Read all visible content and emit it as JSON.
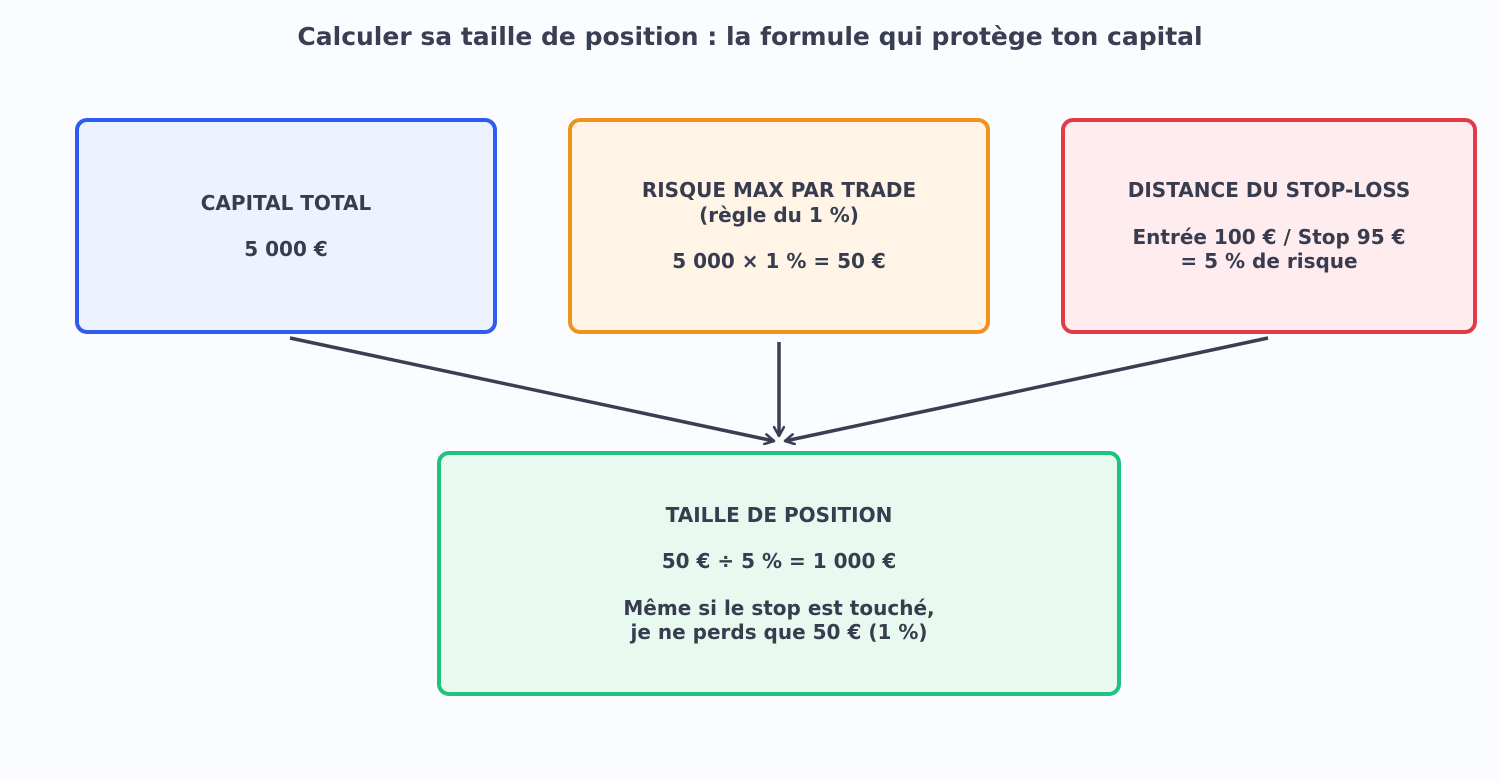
{
  "title": "Calculer sa taille de position : la formule qui protège ton capital",
  "boxes": {
    "capital": {
      "heading": "CAPITAL TOTAL",
      "value": "5 000 €",
      "color": "#2f5cf0"
    },
    "risk": {
      "heading": "RISQUE MAX PAR TRADE",
      "subheading": "(règle du 1 %)",
      "value": "5 000 × 1 % = 50 €",
      "color": "#f0921e"
    },
    "stop": {
      "heading": "DISTANCE DU STOP-LOSS",
      "value_line1": "Entrée 100 € / Stop 95 €",
      "value_line2": "= 5 % de risque",
      "color": "#e03c48"
    },
    "result": {
      "heading": "TAILLE DE POSITION",
      "formula": "50 € ÷ 5 % = 1 000 €",
      "note_line1": "Même si le stop est touché,",
      "note_line2": "je ne perds que 50 € (1 %)",
      "color": "#1fc27e"
    }
  },
  "arrow_color": "#393e52"
}
